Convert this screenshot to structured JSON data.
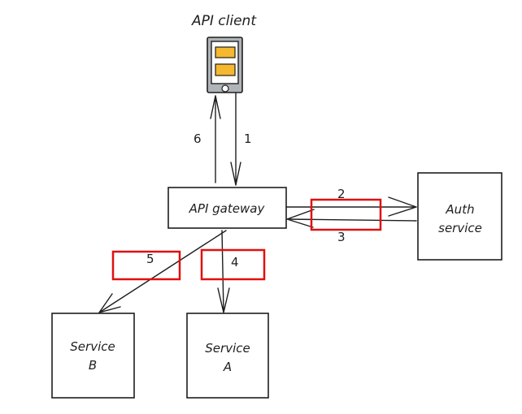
{
  "nodes": {
    "client": {
      "label": "API client",
      "icon": "phone-icon"
    },
    "gateway": {
      "label": "API gateway"
    },
    "auth": {
      "label_line1": "Auth",
      "label_line2": "service"
    },
    "service_b": {
      "label_line1": "Service",
      "label_line2": "B"
    },
    "service_a": {
      "label_line1": "Service",
      "label_line2": "A"
    }
  },
  "edges": [
    {
      "label": "1",
      "from": "client",
      "to": "gateway"
    },
    {
      "label": "2",
      "from": "gateway",
      "to": "auth"
    },
    {
      "label": "3",
      "from": "auth",
      "to": "gateway"
    },
    {
      "label": "4",
      "from": "gateway",
      "to": "service_a"
    },
    {
      "label": "5",
      "from": "gateway",
      "to": "service_b"
    },
    {
      "label": "6",
      "from": "gateway",
      "to": "client"
    }
  ],
  "colors": {
    "stroke": "#1e1e1e",
    "highlight": "#e01010",
    "fill_accent": "#f5b82e",
    "phone_body": "#b0b4b8"
  }
}
